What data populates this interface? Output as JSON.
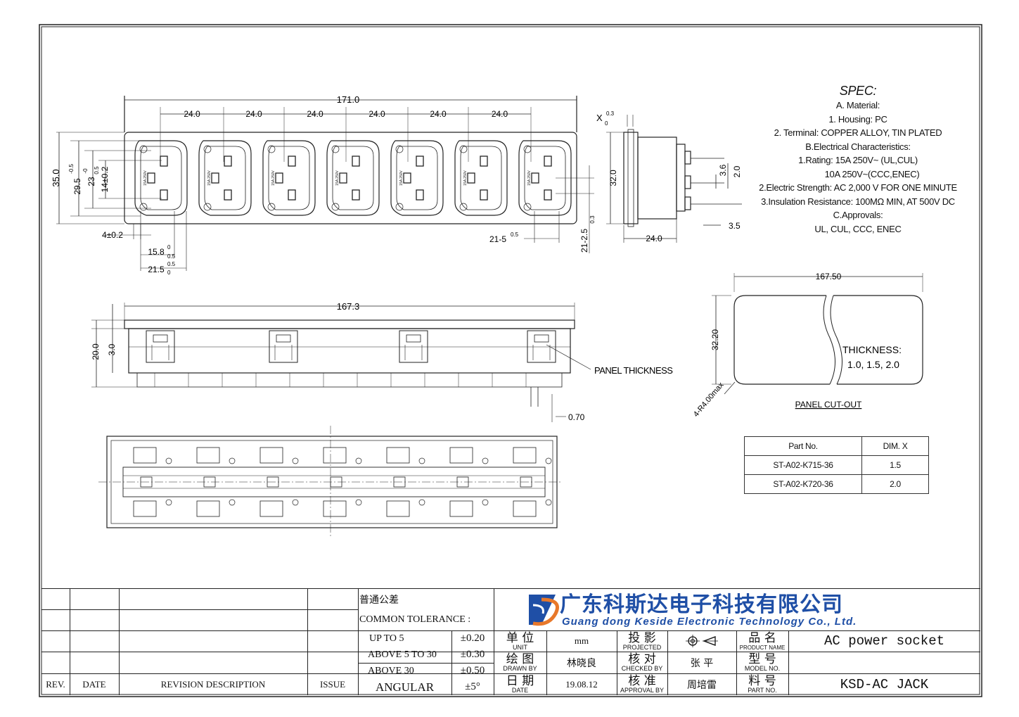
{
  "top_view": {
    "overall_width": "171.0",
    "pitch": [
      "24.0",
      "24.0",
      "24.0",
      "24.0",
      "24.0",
      "24.0"
    ],
    "height": "35.0",
    "inner_height": "29.5",
    "inner_height_tol": "-0.5",
    "slot_height": "23",
    "slot_height_tol": "-0",
    "slot_height_tol2": "0.5",
    "pin_span": "14±0.2",
    "edge_offset": "4±0.2",
    "pin_pitch": "15.8",
    "pin_pitch_tol_upper": "0",
    "pin_pitch_tol_lower": "0.5",
    "slot_width": "21.5",
    "slot_width_tol_upper": "0.5",
    "slot_width_tol_lower": "0",
    "right_slot": "21-5",
    "right_slot_tol": "0.5",
    "right_slot_v": "21-2.5",
    "right_slot_v_tol": "0.3",
    "inlet_label": "15A 250V"
  },
  "side_view": {
    "x_label": "X",
    "x_tol_upper": "0.3",
    "x_tol_lower": "0",
    "height": "32.0",
    "pin_a": "3.6",
    "pin_b": "2.0",
    "pin_c": "3.5",
    "depth": "24.0"
  },
  "front_view": {
    "width": "167.3",
    "height": "20.0",
    "flange": "3.0",
    "panel_label": "PANEL THICKNESS",
    "pin_thickness": "0.70"
  },
  "cutout": {
    "width": "167.50",
    "height": "32.20",
    "radius": "4-R4.00max",
    "thickness_title": "THICKNESS:",
    "thickness_values": "1.0, 1.5, 2.0",
    "label": "PANEL CUT-OUT"
  },
  "spec": {
    "title": "SPEC:",
    "lines": [
      "A. Material:",
      "1.  Housing: PC",
      "2.  Terminal: COPPER ALLOY, TIN PLATED",
      "B.Electrical Characteristics:",
      "1.Rating:  15A 250V~ (UL,CUL)",
      "10A 250V~(CCC,ENEC)",
      "2.Electric Strength: AC 2,000 V FOR ONE MINUTE",
      "3.Insulation Resistance: 100MΩ MIN, AT 500V DC",
      "C.Approvals:",
      "UL, CUL, CCC, ENEC"
    ]
  },
  "parts_table": {
    "headers": [
      "Part No.",
      "DIM. X"
    ],
    "rows": [
      [
        "ST-A02-K715-36",
        "1.5"
      ],
      [
        "ST-A02-K720-36",
        "2.0"
      ]
    ]
  },
  "title_block": {
    "rev": "REV.",
    "date": "DATE",
    "revision_description": "REVISION  DESCRIPTION",
    "issue": "ISSUE",
    "tolerance_zh": "普通公差",
    "tolerance_en": "COMMON TOLERANCE :",
    "tolerances": [
      [
        "UP TO 5",
        "±0.20"
      ],
      [
        "ABOVE 5 TO 30",
        "±0.30"
      ],
      [
        "ABOVE 30",
        "±0.50"
      ],
      [
        "ANGULAR",
        "±5°"
      ]
    ],
    "company_zh": "广东科斯达电子科技有限公司",
    "company_en": "Guang dong Keside  Electronic Technology Co., Ltd.",
    "unit_zh": "单 位",
    "unit_en": "UNIT",
    "unit_value": "mm",
    "projected_zh": "投 影",
    "projected_en": "PROJECTED",
    "product_zh": "品 名",
    "product_en": "PRODUCT  NAME",
    "product_value": "AC power socket",
    "drawn_zh": "绘 图",
    "drawn_en": "DRAWN  BY",
    "drawn_value": "林晓良",
    "checked_zh": "核 对",
    "checked_en": "CHECKED  BY",
    "checked_value": "张 平",
    "model_zh": "型 号",
    "model_en": "MODEL  NO.",
    "date_zh": "日 期",
    "date_en": "DATE",
    "date_value": "19.08.12",
    "approval_zh": "核 准",
    "approval_en": "APPROVAL  BY",
    "approval_value": "周培雷",
    "part_zh": "料 号",
    "part_en": "PART  NO.",
    "part_value": "KSD-AC JACK"
  },
  "colors": {
    "line": "#1a1a1a",
    "logo_blue": "#1f4fa6",
    "logo_orange": "#e8782a"
  }
}
